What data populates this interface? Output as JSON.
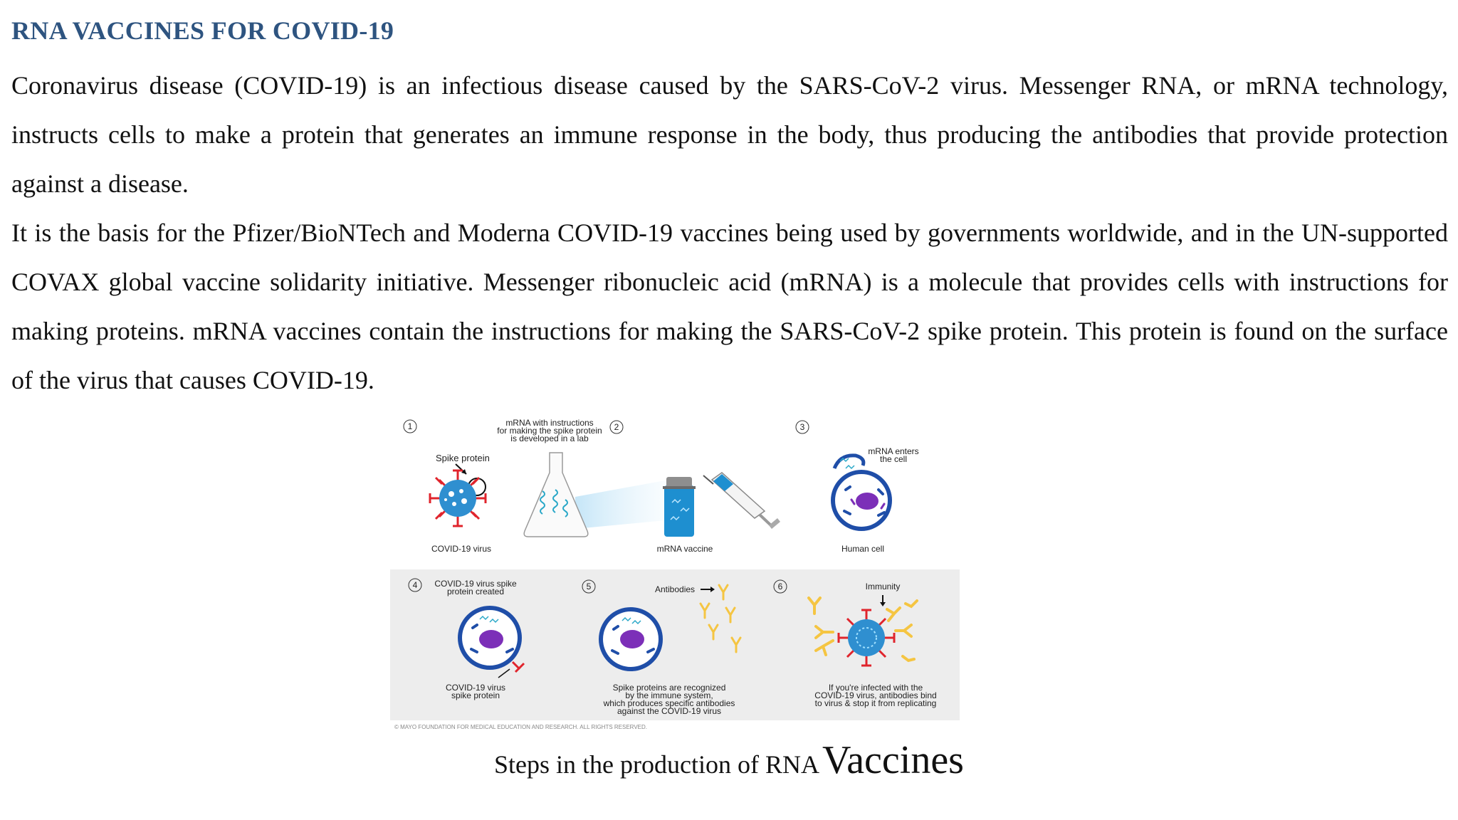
{
  "heading": "RNA VACCINES FOR COVID-19",
  "paragraphs": [
    "Coronavirus disease (COVID-19) is an infectious disease caused by the SARS-CoV-2 virus. Messenger RNA, or mRNA technology, instructs cells to make a protein that generates an immune response in the body, thus producing the antibodies that provide protection against a disease.",
    "It is the basis for the Pfizer/BioNTech and Moderna COVID-19 vaccines being used by governments worldwide, and in the UN-supported COVAX global vaccine solidarity initiative. Messenger ribonucleic acid (mRNA) is a molecule that provides cells with instructions for making proteins. mRNA vaccines contain the instructions for making the SARS-CoV-2 spike protein. This protein is found on the surface of the virus that causes COVID-19."
  ],
  "figure": {
    "step_numbers": [
      "1",
      "2",
      "3",
      "4",
      "5",
      "6"
    ],
    "step1": {
      "top_label": "Spike protein",
      "bottom_label": "COVID-19 virus"
    },
    "step2": {
      "top_label_lines": [
        "mRNA with instructions",
        "for making the spike protein",
        "is developed in a lab"
      ],
      "bottom_label": "mRNA vaccine"
    },
    "step3": {
      "top_label_lines": [
        "mRNA enters",
        "the cell"
      ],
      "bottom_label": "Human cell"
    },
    "step4": {
      "top_label_lines": [
        "COVID-19 virus spike",
        "protein created"
      ],
      "bottom_label_lines": [
        "COVID-19 virus",
        "spike protein"
      ]
    },
    "step5": {
      "top_label": "Antibodies",
      "bottom_label_lines": [
        "Spike proteins are recognized",
        "by the immune system,",
        "which produces specific antibodies",
        "against the COVID-19 virus"
      ]
    },
    "step6": {
      "top_label": "Immunity",
      "bottom_label_lines": [
        "If you're infected with the",
        "COVID-19 virus, antibodies bind",
        "to virus & stop it from replicating"
      ]
    },
    "copyright": "© MAYO FOUNDATION FOR MEDICAL EDUCATION AND RESEARCH. ALL RIGHTS RESERVED."
  },
  "caption": {
    "small": "Steps in the production of RNA",
    "large": "Vaccines"
  },
  "colors": {
    "heading": "#2e5480",
    "virus": "#2f8fd0",
    "spike": "#e0242c",
    "cell_outline": "#1f4ea8",
    "nucleus": "#7c2fb8",
    "antibody": "#f5c542",
    "panel_bg": "#ededed"
  }
}
